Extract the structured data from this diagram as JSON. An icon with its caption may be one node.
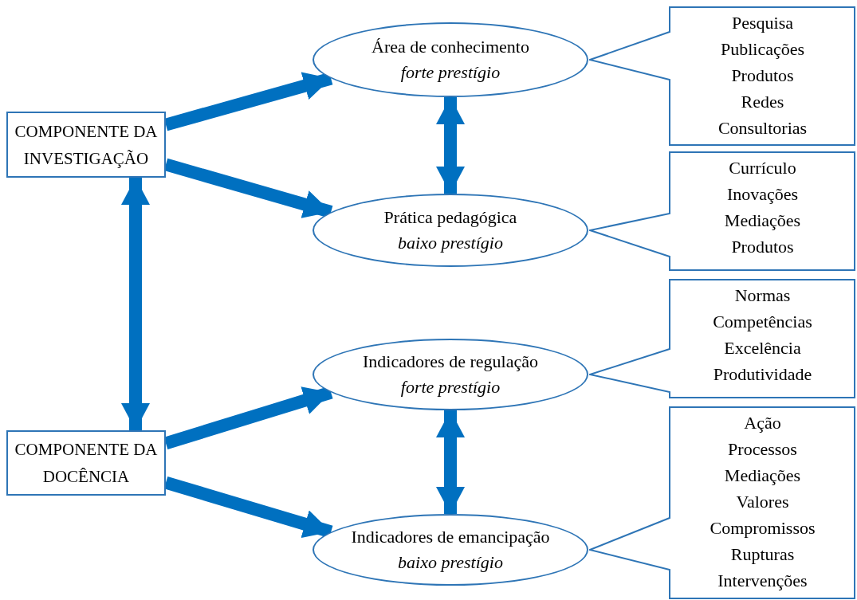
{
  "diagram": {
    "nodes": [
      {
        "text": [
          "COMPONENTE DA INVESTIGAÇÃO"
        ]
      },
      {
        "text": [
          "Área de conhecimento",
          "forte prestígio"
        ]
      },
      {
        "text": [
          "Prática pedagógica",
          "baixo prestígio"
        ]
      },
      {
        "text": [
          "COMPONENTE DA DOCÊNCIA"
        ]
      },
      {
        "text": [
          "Indicadores de regulação",
          "forte prestígio"
        ]
      },
      {
        "text": [
          "Indicadores de emancipação",
          "baixo prestígio"
        ]
      },
      {
        "text": [
          "Pesquisa",
          "Publicações",
          "Produtos",
          "Redes",
          "Consultorias"
        ]
      },
      {
        "text": [
          "Currículo",
          "Inovações",
          "Mediações",
          "Produtos"
        ]
      },
      {
        "text": [
          "Normas",
          "Competências",
          "Excelência",
          "Produtividade"
        ]
      },
      {
        "text": [
          "Ação",
          "Processos",
          "Mediações",
          "Valores",
          "Compromissos",
          "Rupturas",
          "Intervenções"
        ]
      }
    ],
    "edges": [
      {
        "from": 0,
        "to": 1,
        "arrow": "to"
      },
      {
        "from": 0,
        "to": 2,
        "arrow": "to"
      },
      {
        "from": 1,
        "to": 2,
        "arrow": "both"
      },
      {
        "from": 0,
        "to": 3,
        "arrow": "both"
      },
      {
        "from": 3,
        "to": 4,
        "arrow": "to"
      },
      {
        "from": 3,
        "to": 5,
        "arrow": "to"
      },
      {
        "from": 4,
        "to": 5,
        "arrow": "both"
      }
    ]
  }
}
